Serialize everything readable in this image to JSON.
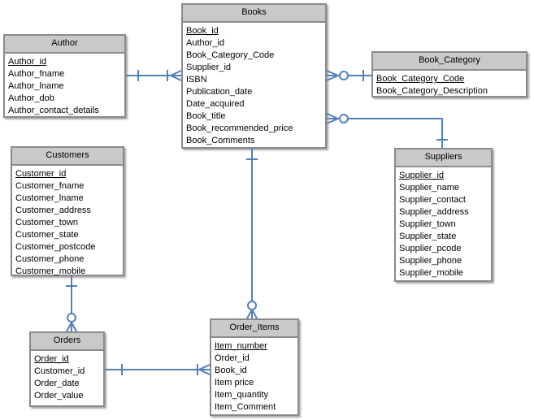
{
  "colors": {
    "connector": "#4f81bd",
    "header-fill": "#c9c9c9",
    "table-border": "#8a8a8a",
    "text": "#000000"
  },
  "entities": {
    "books": {
      "title": "Books",
      "primary_key": "Book_id",
      "fields": [
        "Book_id",
        "Author_id",
        "Book_Category_Code",
        "Supplier_id",
        "ISBN",
        "Publication_date",
        "Date_acquired",
        "Book_title",
        "Book_recommended_price",
        "Book_Comments"
      ]
    },
    "author": {
      "title": "Author",
      "primary_key": "Author_id",
      "fields": [
        "Author_id",
        "Author_fname",
        "Author_lname",
        "Author_dob",
        "Author_contact_details"
      ]
    },
    "book_category": {
      "title": "Book_Category",
      "primary_key": "Book_Category_Code",
      "fields": [
        "Book_Category_Code",
        "Book_Category_Description"
      ]
    },
    "customers": {
      "title": "Customers",
      "primary_key": "Customer_id",
      "fields": [
        "Customer_id",
        "Customer_fname",
        "Customer_lname",
        "Customer_address",
        "Customer_town",
        "Customer_state",
        "Customer_postcode",
        "Customer_phone",
        "Customer_mobile"
      ]
    },
    "suppliers": {
      "title": "Suppliers",
      "primary_key": "Supplier_id",
      "fields": [
        "Supplier_id",
        "Supplier_name",
        "Supplier_contact",
        "Supplier_address",
        "Supplier_town",
        "Supplier_state",
        "Supplier_pcode",
        "Supplier_phone",
        "Supplier_mobile"
      ]
    },
    "orders": {
      "title": "Orders",
      "primary_key": "Order_id",
      "fields": [
        "Order_id",
        "Customer_id",
        "Order_date",
        "Order_value"
      ]
    },
    "order_items": {
      "title": "Order_Items",
      "primary_key": "Item_number",
      "fields": [
        "Item_number",
        "Order_id",
        "Book_id",
        "Item price",
        "Item_quantity",
        "Item_Comment"
      ]
    }
  },
  "relationships": [
    {
      "from": "Author",
      "to": "Books",
      "from_cardinality": "one",
      "to_cardinality": "one-or-many"
    },
    {
      "from": "Book_Category",
      "to": "Books",
      "from_cardinality": "one",
      "to_cardinality": "zero-or-many"
    },
    {
      "from": "Suppliers",
      "to": "Books",
      "from_cardinality": "one",
      "to_cardinality": "zero-or-many"
    },
    {
      "from": "Books",
      "to": "Order_Items",
      "from_cardinality": "one",
      "to_cardinality": "zero-or-many"
    },
    {
      "from": "Customers",
      "to": "Orders",
      "from_cardinality": "one",
      "to_cardinality": "zero-or-many"
    },
    {
      "from": "Orders",
      "to": "Order_Items",
      "from_cardinality": "one",
      "to_cardinality": "one-or-many"
    }
  ]
}
